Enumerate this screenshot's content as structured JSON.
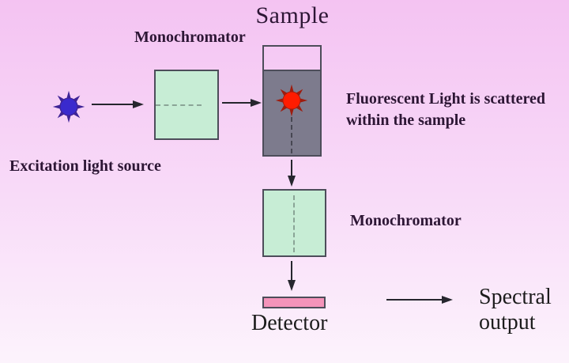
{
  "title": "Sample",
  "labels": {
    "monochromator_top": "Monochromator",
    "monochromator_bottom": "Monochromator",
    "excitation_source": "Excitation light source",
    "fluorescent_line1": "Fluorescent Light is scattered",
    "fluorescent_line2": "within the sample",
    "detector": "Detector",
    "spectral_line1": "Spectral",
    "spectral_line2": "output"
  },
  "icons": {
    "excitation_star": "starburst-light-source",
    "fluorescence_star": "starburst-fluorescence",
    "arrows": [
      "arrow-right-source-to-monochromator",
      "arrow-right-monochromator-to-sample",
      "arrow-down-sample-to-monochromator",
      "arrow-down-monochromator-to-detector",
      "arrow-right-to-spectral-output"
    ]
  },
  "colors": {
    "bg_top": "#f4c3f2",
    "bg_mid": "#f8daf8",
    "bg_bottom": "#fcf3fc",
    "box_fill": "#c7edd5",
    "box_border": "#4d4d5a",
    "box_dash": "#8aa496",
    "sample_liquid": "#7d7b8d",
    "cuvette_dash": "#474752",
    "detector_fill": "#f494ba",
    "arrow": "#26262e",
    "text_purple": "#2d1635",
    "text_black": "#1c1c1c",
    "star1_spikes": "#3f2497",
    "star1_core": "#3a2acd",
    "star2_spikes": "#9e1c0e",
    "star2_core": "#ff1c00"
  }
}
